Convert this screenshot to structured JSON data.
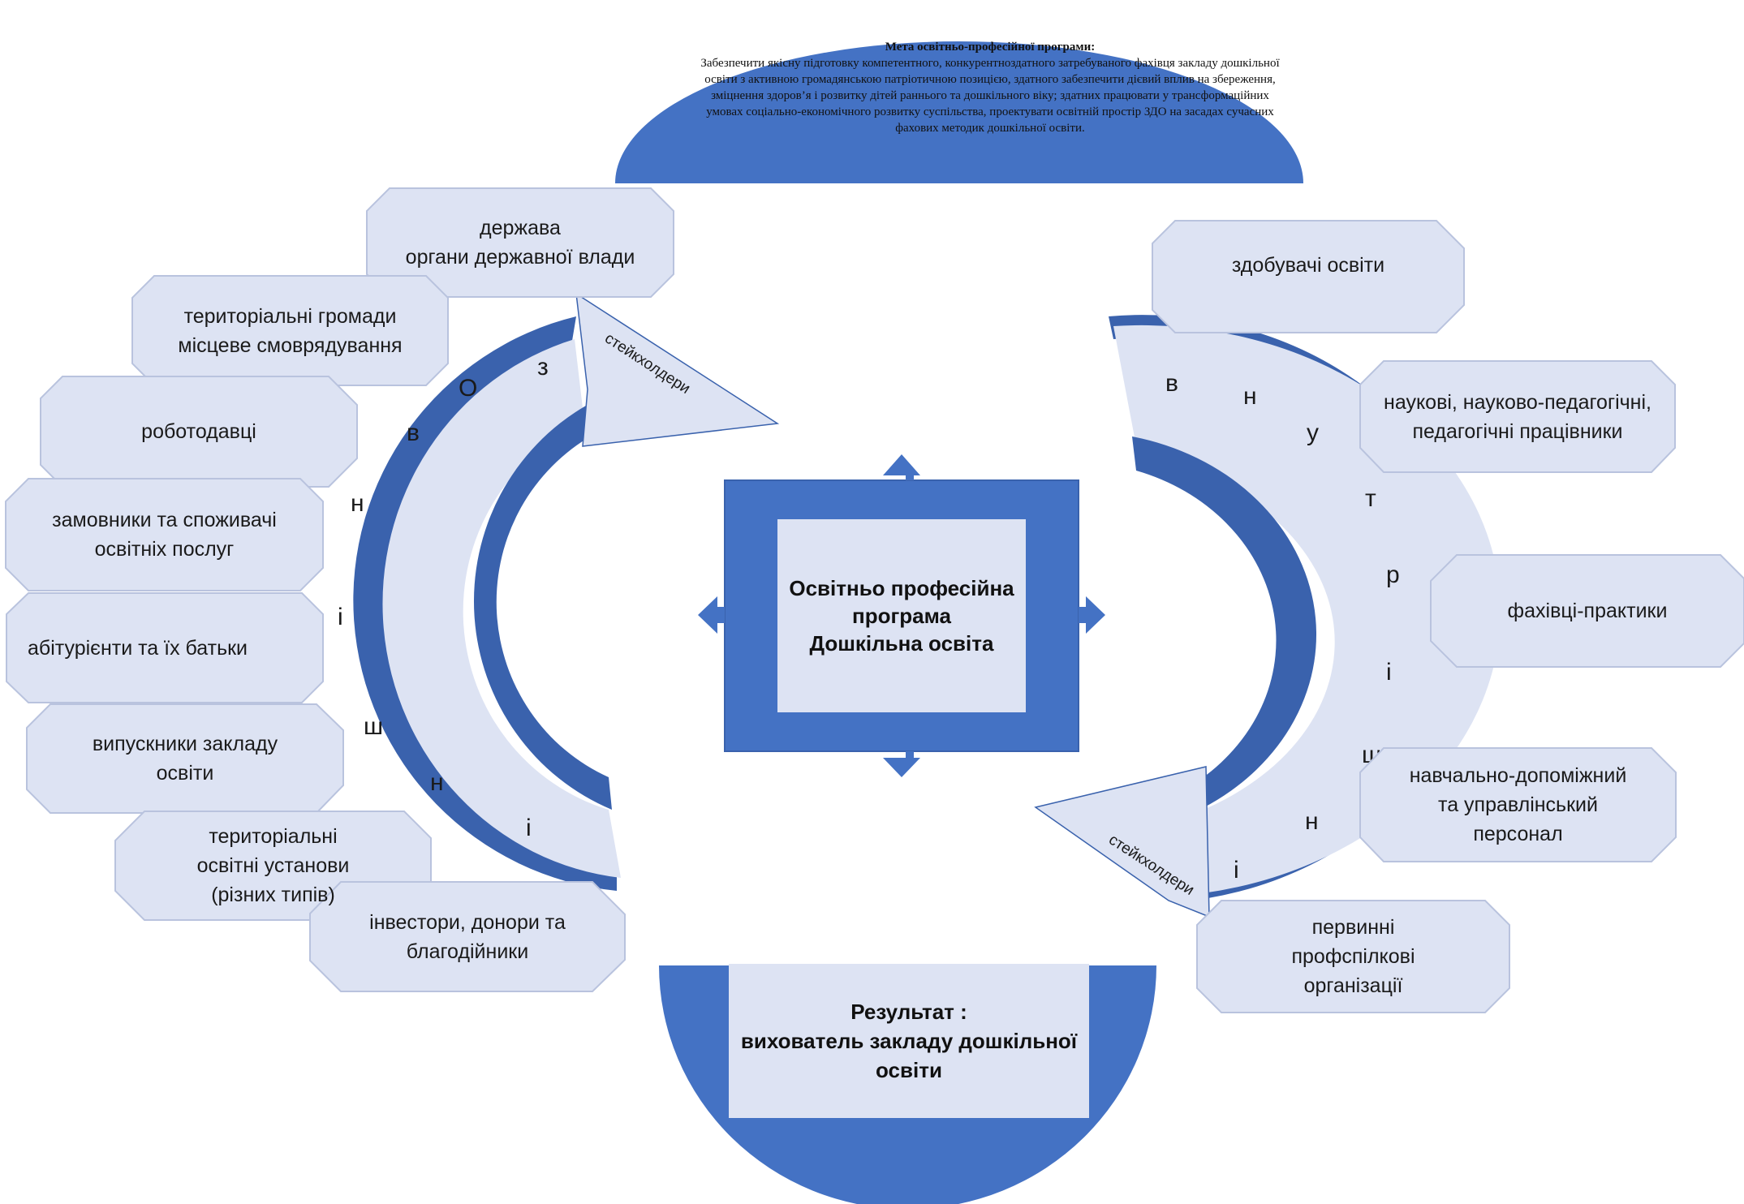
{
  "goal": {
    "title": "Мета освітньо-професійної програми:",
    "text": "Забезпечити якісну підготовку компетентного, конкурентноздатного затребуваного фахівця закладу дошкільної освіти з активною громадянською патріотичною позицією, здатного забезпечити дієвий вплив на збереження, зміцнення здоров’я і розвитку дітей раннього та дошкільного віку; здатних працювати у трансформаційних умовах соціально-економічного розвитку суспільства, проектувати освітній простір ЗДО на засадах сучасних фахових методик дошкільної освіти."
  },
  "center": {
    "text": "Освітньо професійна\nпрограма\nДошкільна освіта"
  },
  "result": {
    "text": "Результат :\nвихователь закладу дошкільної\nосвіти"
  },
  "external": {
    "arrow_label": "стейкхолдери",
    "letters": [
      "з",
      "О",
      "в",
      "н",
      "і",
      "ш",
      "н",
      "і"
    ],
    "stakeholders": [
      "держава\nоргани державної влади",
      "територіальні громади\nмісцеве смоврядування",
      "роботодавці",
      "замовники та споживачі\nосвітніх послуг",
      "абітурієнти та їх батьки",
      "випускники закладу\nосвіти",
      "територіальні\nосвітні установи\n(різних типів)",
      "інвестори, донори та\nблагодійники"
    ]
  },
  "internal": {
    "arrow_label": "стейкхолдери",
    "letters": [
      "в",
      "н",
      "у",
      "т",
      "р",
      "і",
      "ш",
      "н",
      "і"
    ],
    "stakeholders": [
      "здобувачі освіти",
      "наукові, науково-педагогічні,\nпедагогічні працівники",
      "фахівці-практики",
      "навчально-допоміжний\nта управлінський\nперсонал",
      "первинні\nпрофспілкові\nорганізації"
    ]
  },
  "colors": {
    "dark_blue": "#3a62ad",
    "mid_blue": "#4472c4",
    "light_fill": "#dde3f3",
    "box_border": "#b9c3de"
  }
}
